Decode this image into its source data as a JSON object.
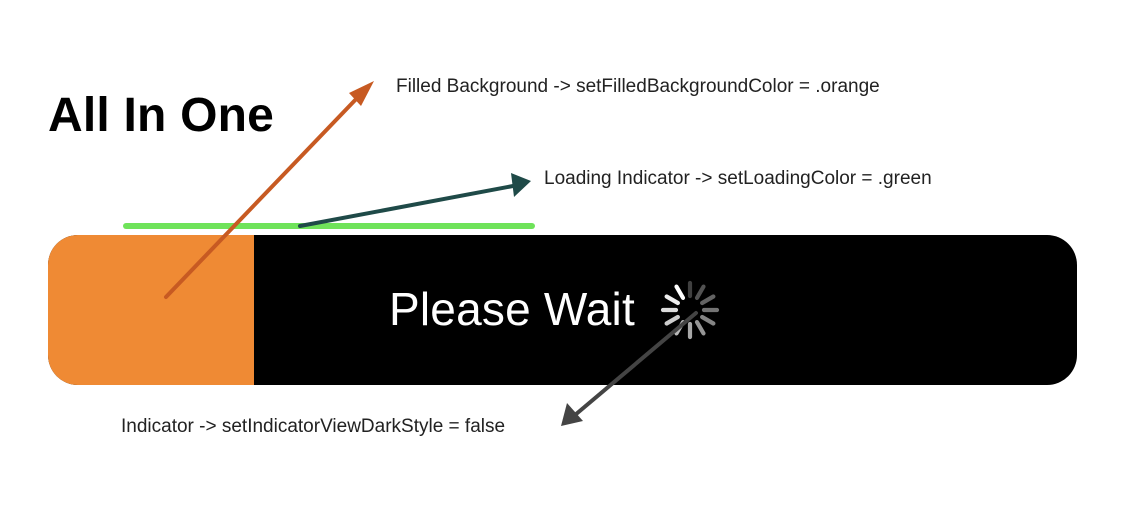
{
  "title": "All In One",
  "annotations": {
    "filled_background": "Filled Background -> setFilledBackgroundColor = .orange",
    "loading_indicator": "Loading Indicator -> setLoadingColor = .green",
    "indicator": "Indicator -> setIndicatorViewDarkStyle = false"
  },
  "loading_line": {
    "color": "#6fe35a"
  },
  "button": {
    "label": "Please Wait",
    "background_color": "#000000",
    "filled_color": "#ef8a34",
    "filled_fraction": 0.2,
    "indicator": {
      "icon": "activity-spinner-icon",
      "dark_style": false,
      "color": "#ffffff"
    }
  },
  "arrow_colors": {
    "filled_background": "#c75a22",
    "loading_indicator": "#1f4a48",
    "indicator": "#444444"
  }
}
